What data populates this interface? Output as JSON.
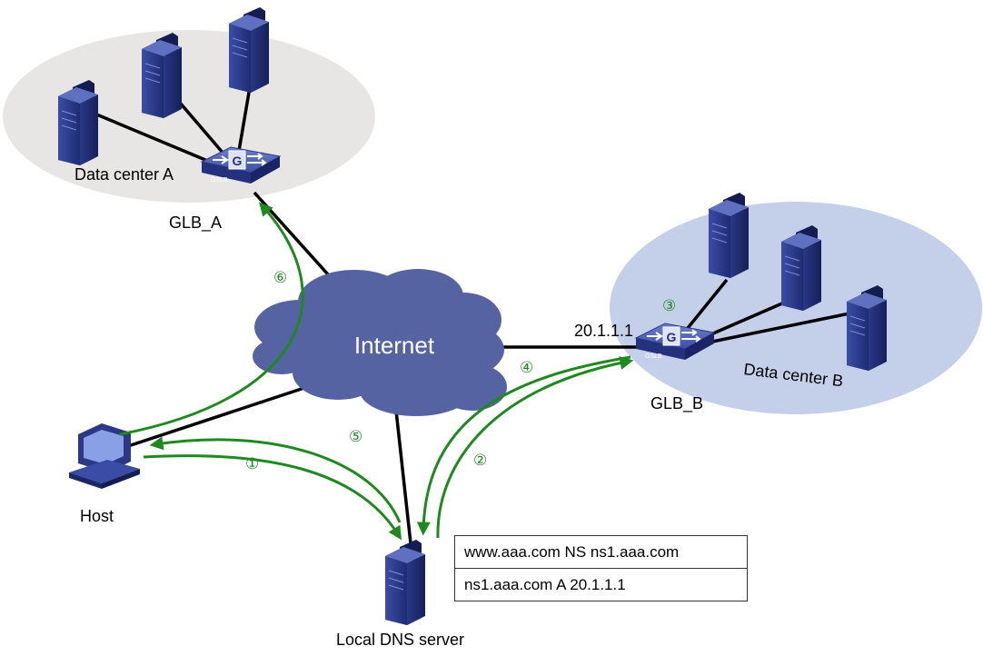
{
  "labels": {
    "data_center_a": "Data center A",
    "data_center_b": "Data center B",
    "glb_a": "GLB_A",
    "glb_b": "GLB_B",
    "internet": "Internet",
    "host": "Host",
    "local_dns": "Local DNS server",
    "glb_b_ip": "20.1.1.1",
    "device_mark": "G",
    "device_brand": "GSLB"
  },
  "steps": [
    "①",
    "②",
    "③",
    "④",
    "⑤",
    "⑥"
  ],
  "dns_records": [
    "www.aaa.com NS ns1.aaa.com",
    "ns1.aaa.com A 20.1.1.1"
  ],
  "colors": {
    "arrow": "#1e8a1e",
    "cloud": "#5563a3",
    "zone_a": "#e7e6e4",
    "zone_b": "#c4d0ea",
    "server": "#2f3f8f"
  },
  "icons": [
    "server-icon",
    "gslb-switch-icon",
    "cloud-icon",
    "computer-icon"
  ]
}
